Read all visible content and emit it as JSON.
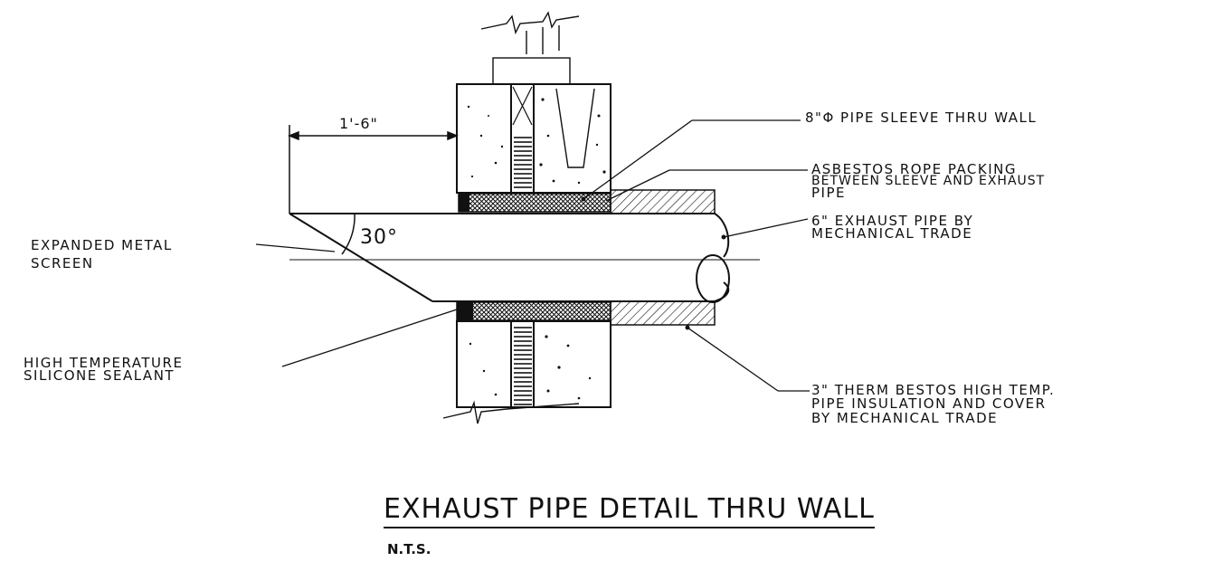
{
  "labels": {
    "dimension": "1'-6\"",
    "angle": "30°",
    "sleeve": "8\"Φ PIPE SLEEVE THRU WALL",
    "packing_line1": "ASBESTOS ROPE PACKING",
    "packing_line2": "BETWEEN SLEEVE AND EXHAUST",
    "packing_line3": "PIPE",
    "exhaust_line1": "6\" EXHAUST PIPE BY",
    "exhaust_line2": "MECHANICAL TRADE",
    "screen_line1": "EXPANDED METAL",
    "screen_line2": "SCREEN",
    "sealant_line1": "HIGH TEMPERATURE",
    "sealant_line2": "SILICONE SEALANT",
    "insulation_line1": "3\" THERM BESTOS HIGH TEMP.",
    "insulation_line2": "PIPE INSULATION AND COVER",
    "insulation_line3": "BY MECHANICAL TRADE"
  },
  "title": "EXHAUST PIPE DETAIL THRU WALL",
  "scale_note": "N.T.S."
}
